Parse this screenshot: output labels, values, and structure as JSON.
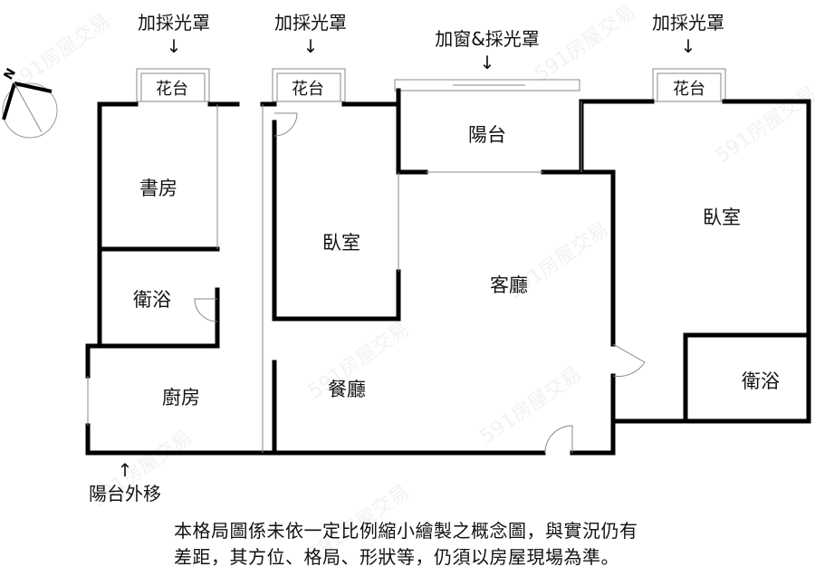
{
  "annotations": {
    "skylight_1": "加採光罩",
    "skylight_2": "加採光罩",
    "window_skylight": "加窗&採光罩",
    "skylight_3": "加採光罩",
    "balcony_moved": "陽台外移",
    "arrow_down": "↓",
    "arrow_up": "↑"
  },
  "rooms": {
    "planter_1": "花台",
    "planter_2": "花台",
    "planter_3": "花台",
    "balcony": "陽台",
    "study": "書房",
    "bathroom_left": "衛浴",
    "kitchen": "廚房",
    "bedroom_middle": "臥室",
    "living_room": "客廳",
    "dining_room": "餐廳",
    "bedroom_right": "臥室",
    "bathroom_right": "衛浴"
  },
  "compass": {
    "north_label": "N"
  },
  "disclaimer": {
    "line1": "本格局圖係未依一定比例縮小繪製之概念圖，與實況仍有",
    "line2": "差距，其方位、格局、形狀等，仍須以房屋現場為準。"
  },
  "watermark": "591房屋交易"
}
